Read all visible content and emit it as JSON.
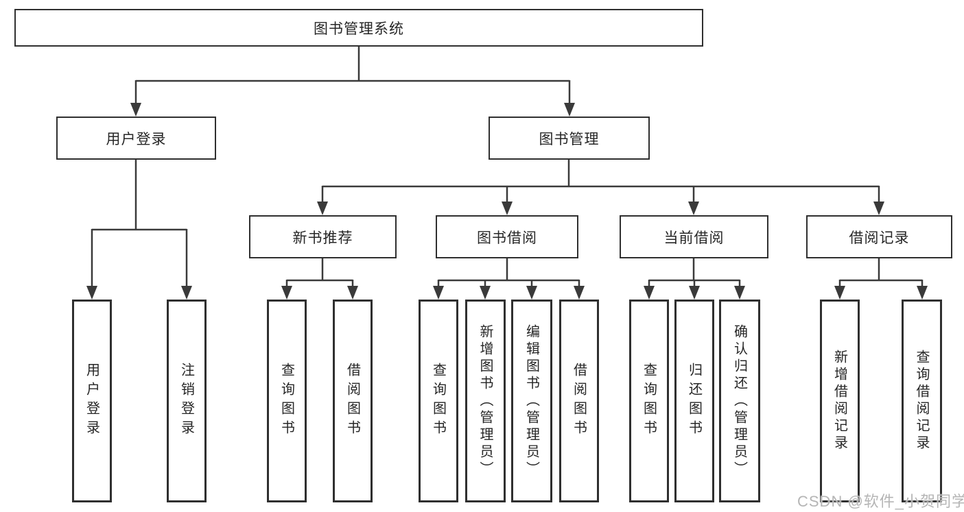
{
  "colors": {
    "background": "#ffffff",
    "line": "#3a3a3a",
    "box_border": "#2f2f2f",
    "text": "#262626",
    "watermark": "#b5b5b5"
  },
  "tree": {
    "root": {
      "label": "图书管理系统"
    },
    "branches": [
      {
        "label": "用户登录",
        "children": [
          {
            "label": "用户登录"
          },
          {
            "label": "注销登录"
          }
        ]
      },
      {
        "label": "图书管理",
        "children": [
          {
            "label": "新书推荐",
            "children": [
              {
                "label": "查询图书"
              },
              {
                "label": "借阅图书"
              }
            ]
          },
          {
            "label": "图书借阅",
            "children": [
              {
                "label": "查询图书"
              },
              {
                "label": "新增图书（管理员）"
              },
              {
                "label": "编辑图书（管理员）"
              },
              {
                "label": "借阅图书"
              }
            ]
          },
          {
            "label": "当前借阅",
            "children": [
              {
                "label": "查询图书"
              },
              {
                "label": "归还图书"
              },
              {
                "label": "确认归还（管理员）"
              }
            ]
          },
          {
            "label": "借阅记录",
            "children": [
              {
                "label": "新增借阅记录"
              },
              {
                "label": "查询借阅记录"
              }
            ]
          }
        ]
      }
    ]
  },
  "watermark": {
    "text": "CSDN @软件_小贺同学"
  }
}
